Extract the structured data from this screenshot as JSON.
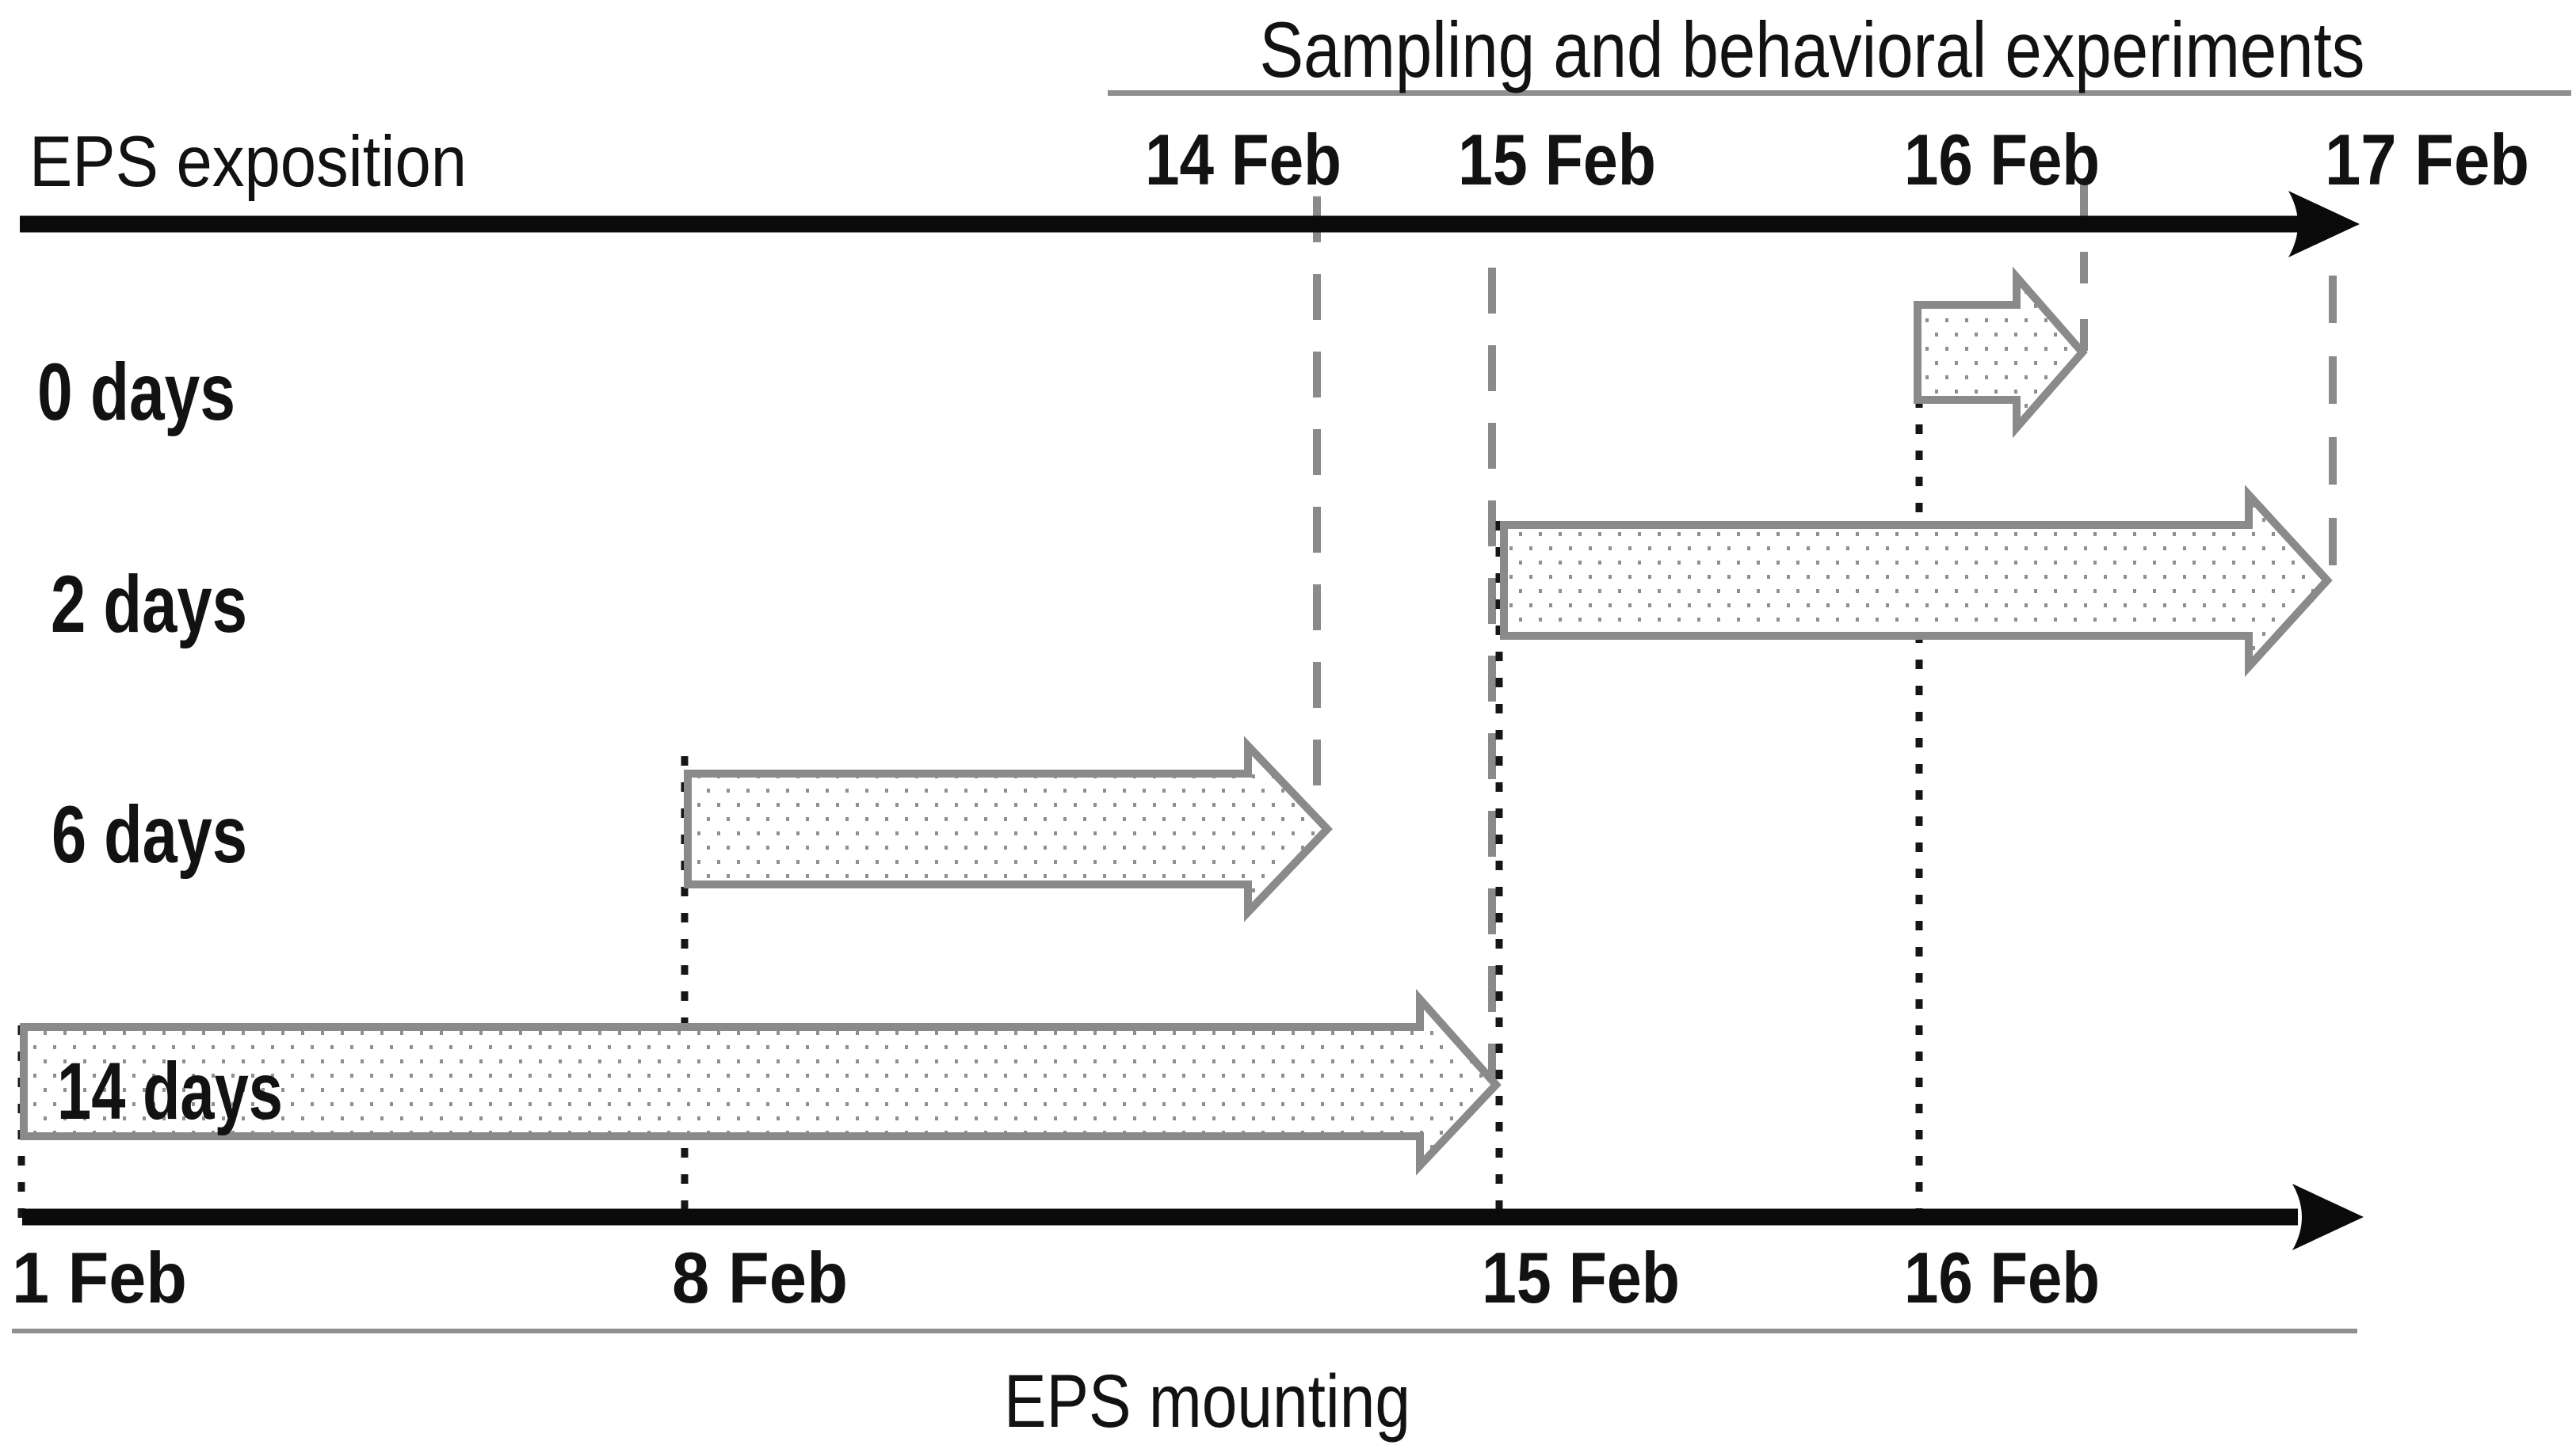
{
  "title": "Sampling and behavioral experiments",
  "axes": {
    "top_label": "EPS exposition",
    "bottom_label": "EPS mounting",
    "top_dates": [
      "14 Feb",
      "15 Feb",
      "16 Feb",
      "17 Feb"
    ],
    "bottom_dates": [
      "1 Feb",
      "8 Feb",
      "15 Feb",
      "16 Feb"
    ]
  },
  "rows": [
    {
      "label": "0 days",
      "mounting": "16 Feb",
      "sampling_end": "16 Feb"
    },
    {
      "label": "2 days",
      "mounting": "15 Feb",
      "sampling_end": "17 Feb"
    },
    {
      "label": "6 days",
      "mounting": "8 Feb",
      "sampling_end": "14 Feb"
    },
    {
      "label": "14 days",
      "mounting": "1 Feb",
      "sampling_end": "15 Feb"
    }
  ],
  "colors": {
    "arrow_outline": "#8a8a8a",
    "dashed_line_gray": "#8a8a8a",
    "dotted_line_black": "#151515",
    "axis_black": "#0b0b0b",
    "rule_gray": "#8f8f8f",
    "text": "#121212"
  }
}
